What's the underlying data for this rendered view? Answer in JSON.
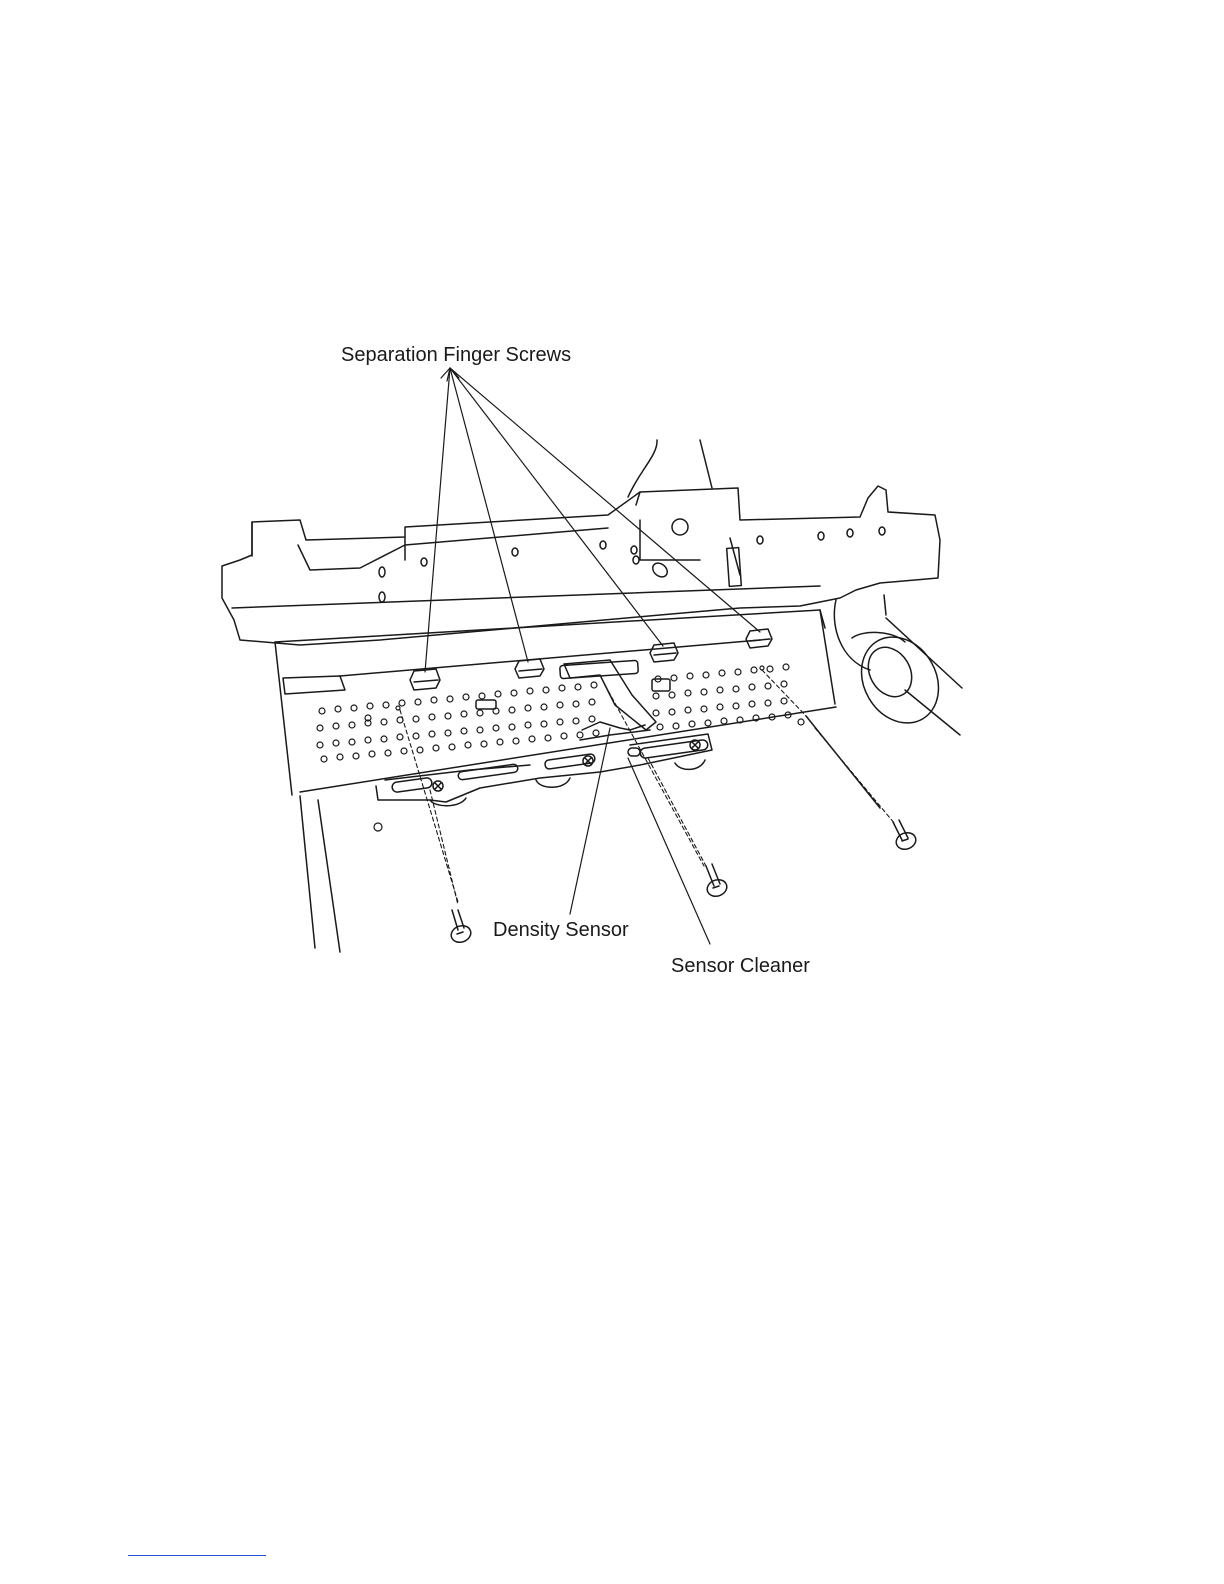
{
  "figure": {
    "labels": {
      "separation_finger_screws": "Separation Finger Screws",
      "density_sensor": "Density Sensor",
      "sensor_cleaner": "Sensor Cleaner"
    },
    "line_color": "#1a1a1a",
    "link_color": "#2a4fd6"
  }
}
